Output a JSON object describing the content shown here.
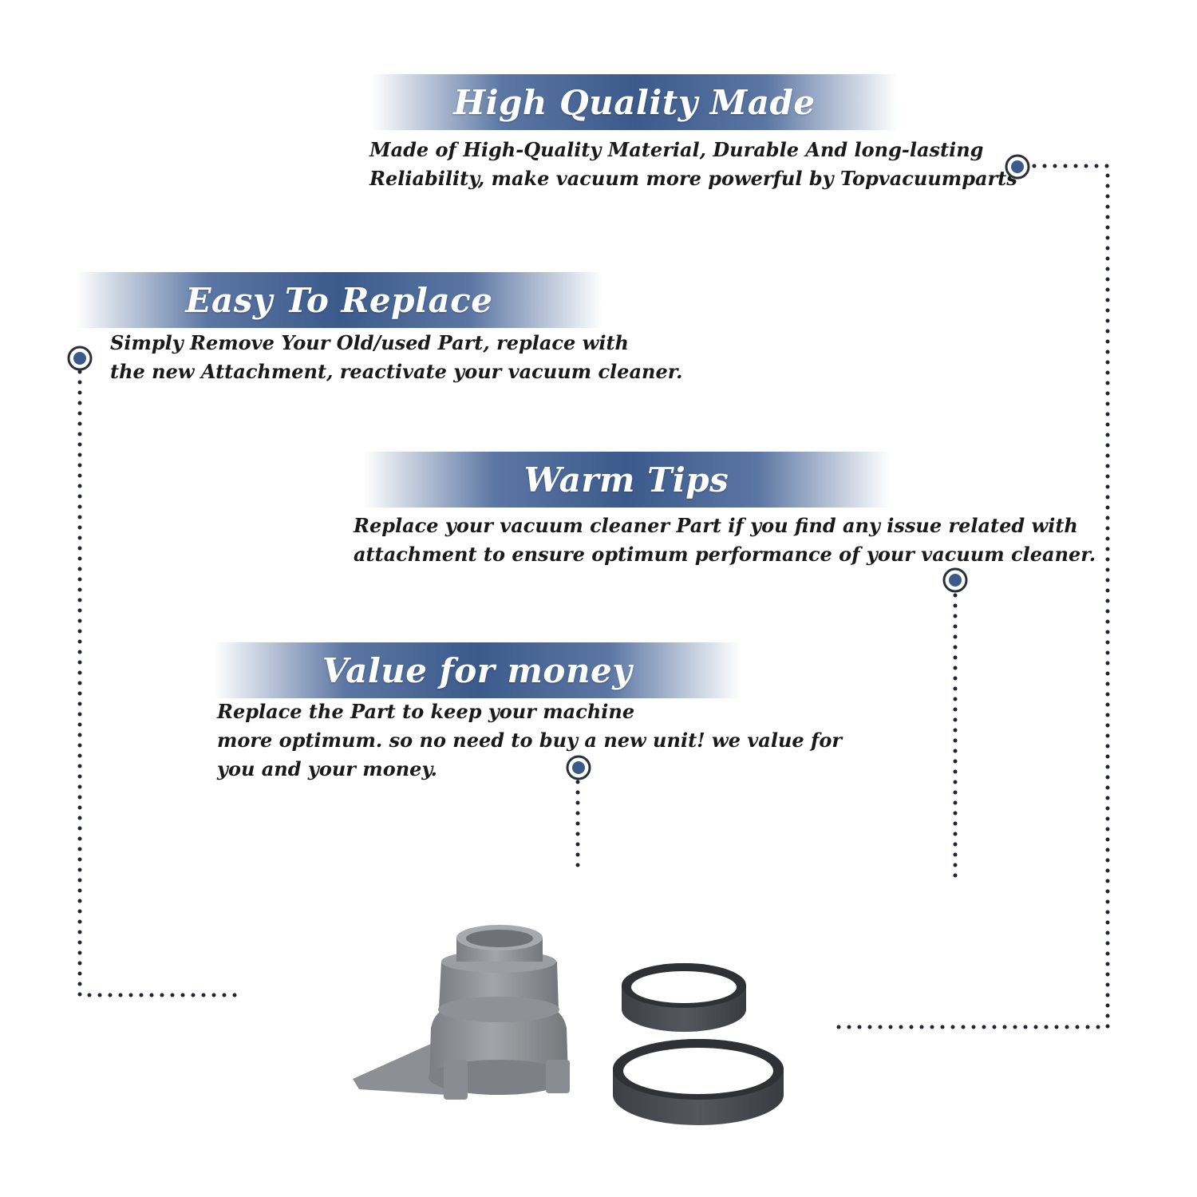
{
  "colors": {
    "accent": "#3b5a8b",
    "text": "#1a1a1a",
    "dots": "#1f2430"
  },
  "sections": [
    {
      "title": "High Quality Made",
      "lines": [
        "Made of  High-Quality Material, Durable And long-lasting",
        "Reliability, make vacuum more powerful by Topvacuumparts"
      ]
    },
    {
      "title": "Easy To Replace",
      "lines": [
        "Simply Remove Your Old/used Part, replace with",
        "the new Attachment, reactivate your vacuum cleaner."
      ]
    },
    {
      "title": "Warm Tips",
      "lines": [
        "Replace your vacuum cleaner Part if you find any issue related with",
        " attachment to ensure optimum performance of your vacuum cleaner."
      ]
    },
    {
      "title": "Value for money",
      "lines": [
        "Replace the Part to keep your machine",
        "more optimum. so no need to buy a new unit! we value for",
        "you and your money."
      ]
    }
  ],
  "product": {
    "adapter_color": "#8e9095",
    "ring_color": "#4a4c52",
    "icons": [
      "vacuum-adapter-part",
      "small-belt-ring",
      "large-belt-ring"
    ]
  }
}
